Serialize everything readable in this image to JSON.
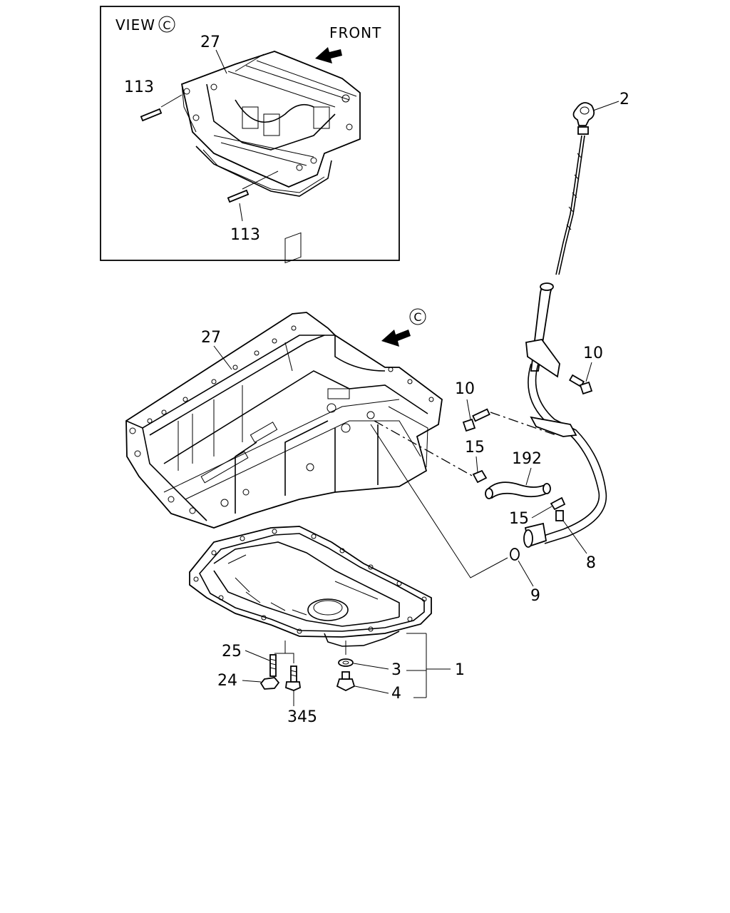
{
  "inset": {
    "view_label": "VIEW",
    "view_symbol": "C",
    "front_label": "FRONT",
    "callouts": [
      "27",
      "113",
      "113"
    ]
  },
  "main": {
    "view_marker": "C",
    "callouts": [
      "27",
      "2",
      "10",
      "10",
      "15",
      "192",
      "15",
      "8",
      "9",
      "1",
      "3",
      "4",
      "25",
      "24",
      "345"
    ]
  }
}
